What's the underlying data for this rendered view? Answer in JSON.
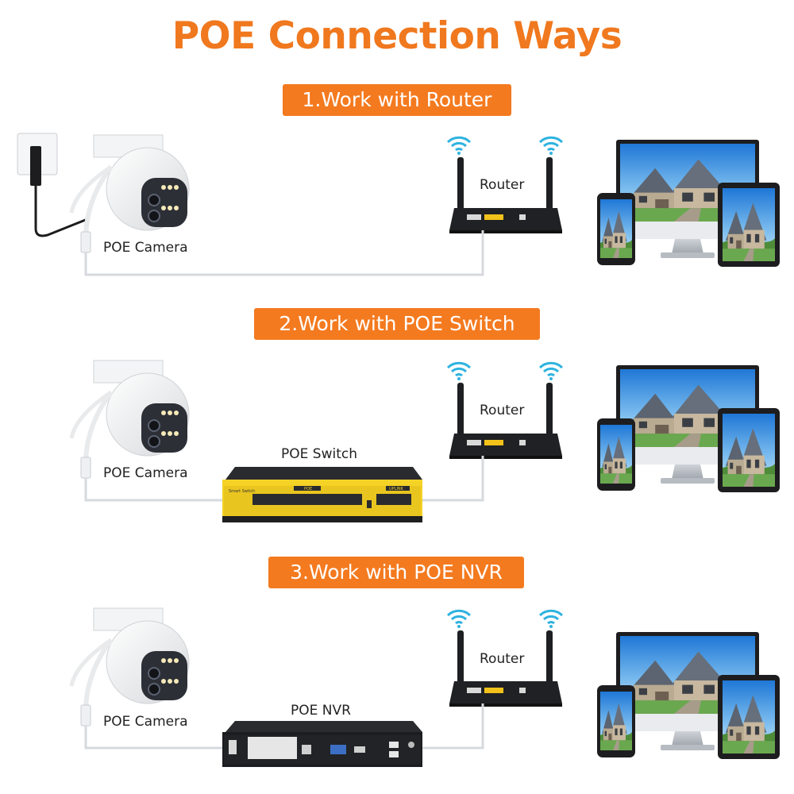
{
  "title": "POE Connection Ways",
  "colors": {
    "accent": "#f0781e",
    "banner": "#f47a1f"
  },
  "sections": [
    {
      "banner": "1.Work with Router",
      "camera_label": "POE Camera",
      "router_label": "Router"
    },
    {
      "banner": "2.Work with POE Switch",
      "camera_label": "POE Camera",
      "router_label": "Router",
      "device_label": "POE Switch",
      "device_panel": {
        "brand": "Smart Switch",
        "poe": "POE",
        "uplink": "UPLINK"
      }
    },
    {
      "banner": "3.Work with POE NVR",
      "camera_label": "POE Camera",
      "router_label": "Router",
      "device_label": "POE NVR"
    }
  ]
}
